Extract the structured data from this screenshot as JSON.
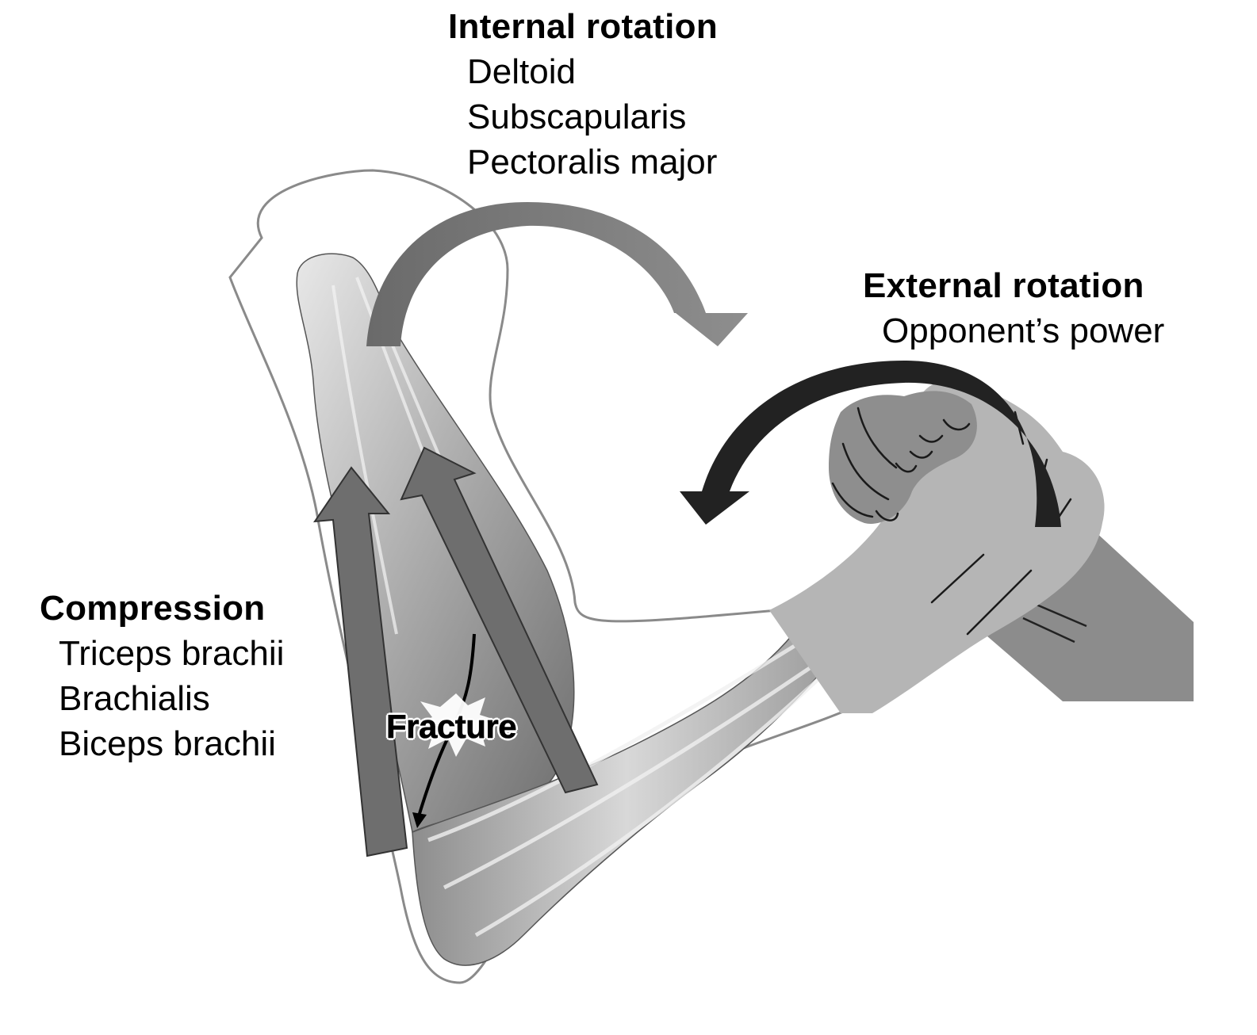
{
  "figure": {
    "internal_rotation": {
      "title": "Internal rotation",
      "muscles": [
        "Deltoid",
        "Subscapularis",
        "Pectoralis major"
      ]
    },
    "external_rotation": {
      "title": "External rotation",
      "items": [
        "Opponent’s power"
      ]
    },
    "compression": {
      "title": "Compression",
      "muscles": [
        "Triceps brachii",
        "Brachialis",
        "Biceps brachii"
      ]
    },
    "fracture_label": "Fracture",
    "colors": {
      "internal_rotation_arrow": "#7a7a7a",
      "external_rotation_arrow": "#222222",
      "compression_arrow": "#6e6e6e",
      "own_hand": "#b5b5b5",
      "opponent_hand": "#8c8c8c",
      "outline": "#8a8a8a"
    }
  }
}
